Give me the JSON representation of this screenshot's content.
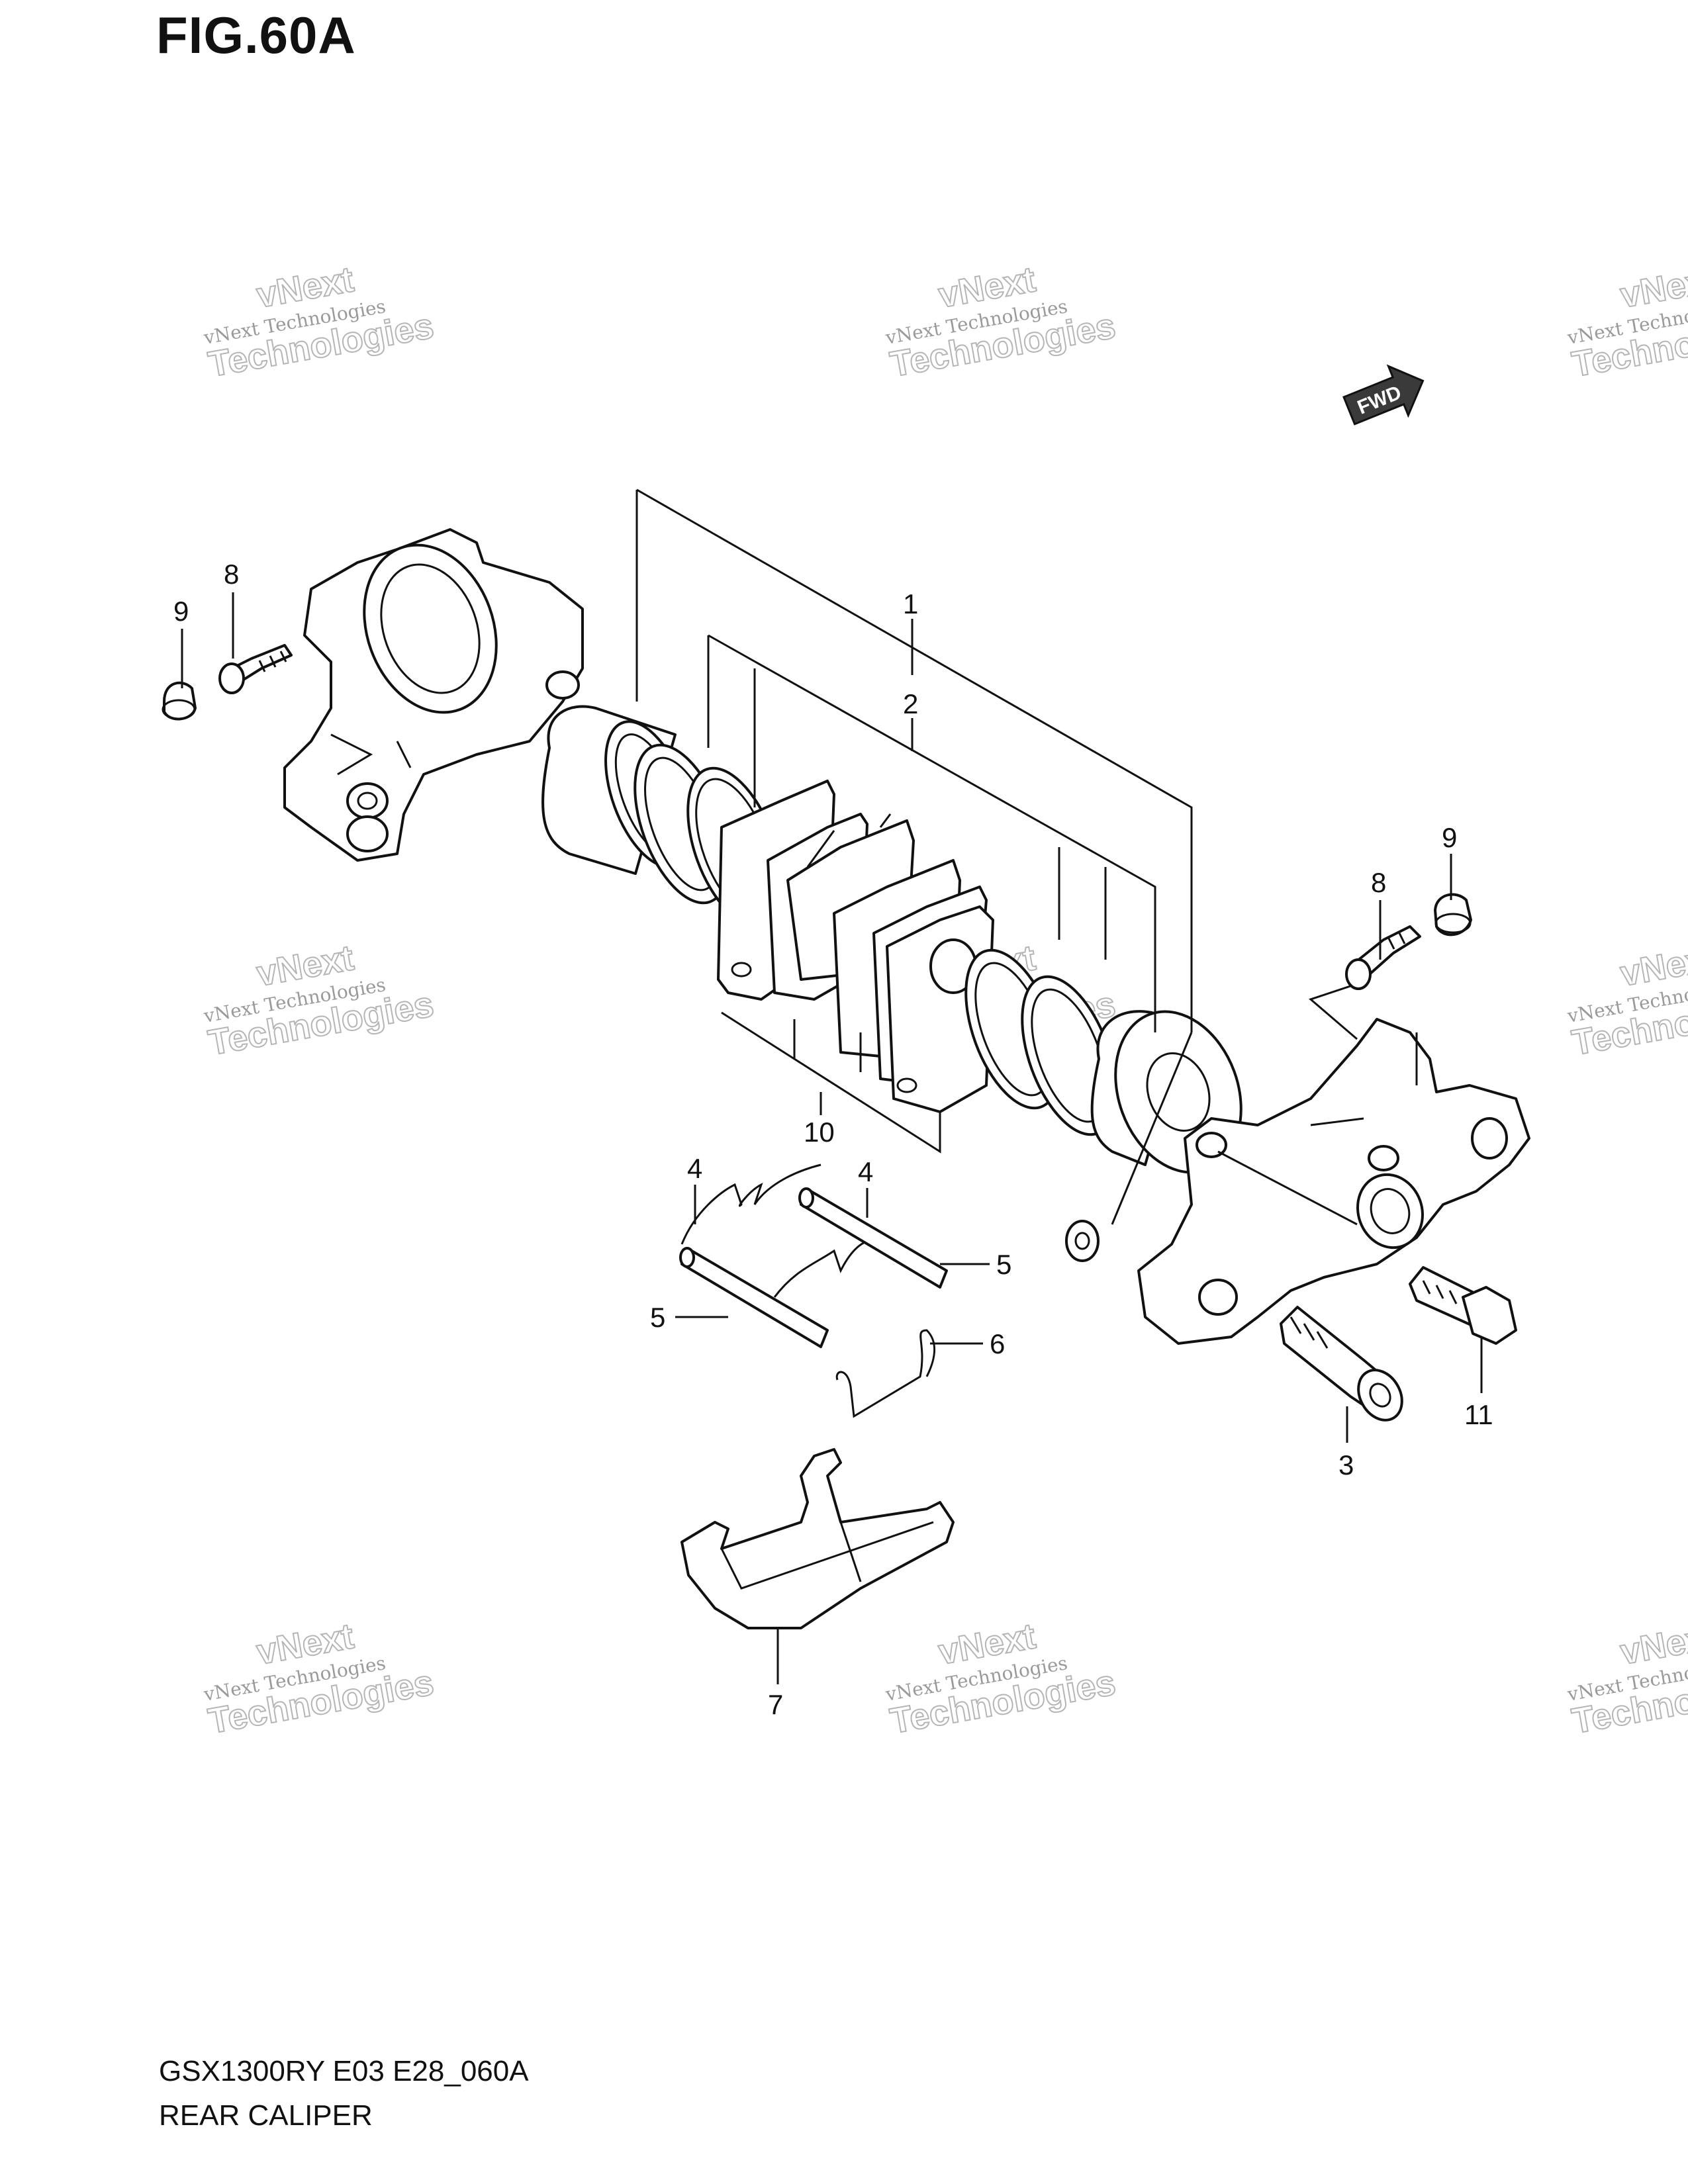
{
  "figure": {
    "title": "FIG.60A",
    "model_code": "GSX1300RY E03 E28_060A",
    "name": "REAR CALIPER",
    "fwd_label": "FWD"
  },
  "watermark": {
    "line1": "vNext Technologies",
    "line2_a": "vNext",
    "line2_b": "Technologies"
  },
  "callouts": {
    "c1": "1",
    "c2": "2",
    "c3": "3",
    "c4a": "4",
    "c4b": "4",
    "c5a": "5",
    "c5b": "5",
    "c6": "6",
    "c7": "7",
    "c8a": "8",
    "c8b": "8",
    "c9a": "9",
    "c9b": "9",
    "c10": "10",
    "c11": "11"
  }
}
